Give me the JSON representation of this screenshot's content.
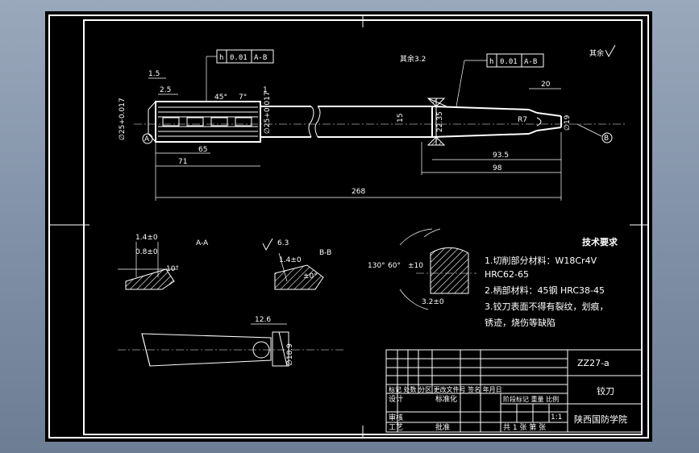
{
  "main_view": {
    "tol_frame_left": {
      "sym": "h",
      "val": "0.01",
      "ref": "A-B"
    },
    "tol_frame_right": {
      "sym": "h",
      "val": "0.01",
      "ref": "A-B"
    },
    "dims": {
      "d_1_5": "1.5",
      "d_2_5": "2.5",
      "d_45": "45°",
      "d_7deg": "7°",
      "d_1": "1",
      "d_65": "65",
      "d_71": "71",
      "d_268": "268",
      "d_15": "15",
      "d_20": "20",
      "d_93_5": "93.5",
      "d_98": "98",
      "d_R7": "R7",
      "d_22_35": "22.35",
      "d_dia_left": "∅25+0.017",
      "d_dia_mid": "∅25+0.017",
      "d_dia_right": "∅19"
    },
    "datum_a": "A",
    "datum_b": "B",
    "note_left": "其余",
    "note_top_mid": "其余3.2"
  },
  "section_aa": {
    "label": "A-A",
    "d1": "1.4±0",
    "d2": "0.8±0",
    "angle": "10°"
  },
  "section_bb": {
    "label": "B-B",
    "d1": "1.4±0",
    "d2": "±0°",
    "rough": "6.3"
  },
  "section_cc": {
    "a1": "130°",
    "a2": "60°",
    "d1": "±10",
    "d2": "3.2±0"
  },
  "detail_d": {
    "d1": "12.6",
    "d2": "∅18.9"
  },
  "tech_req": {
    "title": "技术要求",
    "lines": [
      "1.切削部分材料：W18Cr4V",
      "HRC62-65",
      "2.柄部材料：45钢   HRC38-45",
      "3.铰刀表面不得有裂纹，划痕，",
      "锈迹，烧伤等缺陷"
    ]
  },
  "title_block": {
    "drawing_no": "ZZ27-a",
    "part_name": "铰刀",
    "org": "陕西国防学院",
    "row_marks": "标记 处数 分区 更改文件号 签名 年月日",
    "design": "设计",
    "standard": "标准化",
    "review": "审核",
    "craft": "工艺",
    "approve": "批准",
    "stage": "阶段标记 重量 比例",
    "scale": "1:1",
    "sheets": "共 1 张  第  张"
  },
  "corner_rough": "其余"
}
